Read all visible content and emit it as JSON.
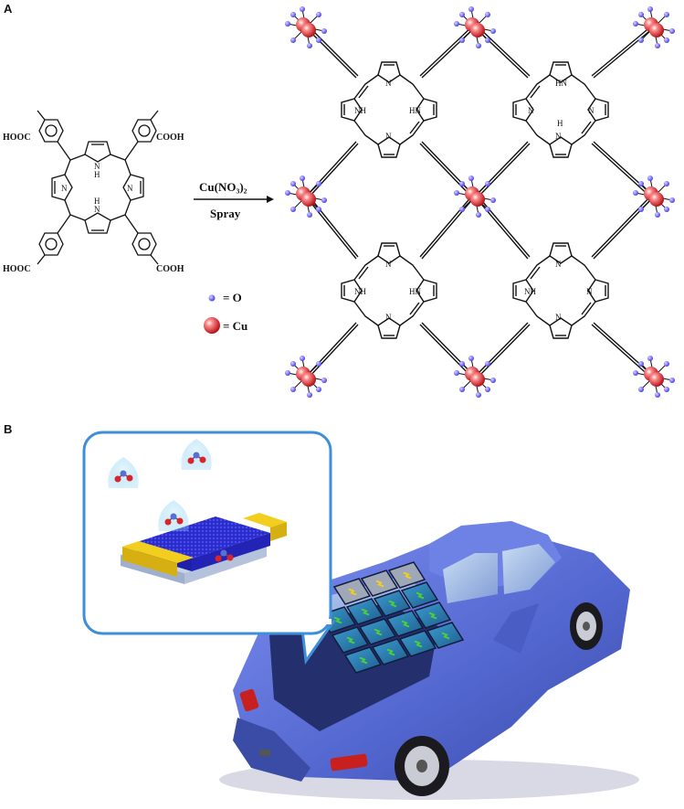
{
  "panel_a": {
    "letter": "A",
    "molecule": {
      "cooh_tl": "HOOC",
      "cooh_tr": "COOH",
      "cooh_bl": "HOOC",
      "cooh_br": "COOH",
      "n_top": "N",
      "h_top": "H",
      "n_left": "N",
      "n_right": "N",
      "h_bottom": "H",
      "n_bottom": "N"
    },
    "arrow": {
      "reagent": "Cu(NO₃)₂",
      "condition": "Spray"
    },
    "legend": {
      "oxygen": "= O",
      "copper": "= Cu"
    },
    "framework_labels": {
      "n": "N",
      "nh": "NH",
      "hn": "HN",
      "h": "H"
    }
  },
  "panel_b": {
    "letter": "B"
  },
  "colors": {
    "oxygen_atom": "#6a5cff",
    "copper_atom": "#d9242b",
    "bond": "#111111",
    "callout_border": "#3f8ed8",
    "car_body": "#5a6fd6",
    "film": "#2d2fd4",
    "electrode": "#f2cf1f",
    "battery_cell": "#2f7fb0",
    "bolt": "#4ccf3a"
  }
}
